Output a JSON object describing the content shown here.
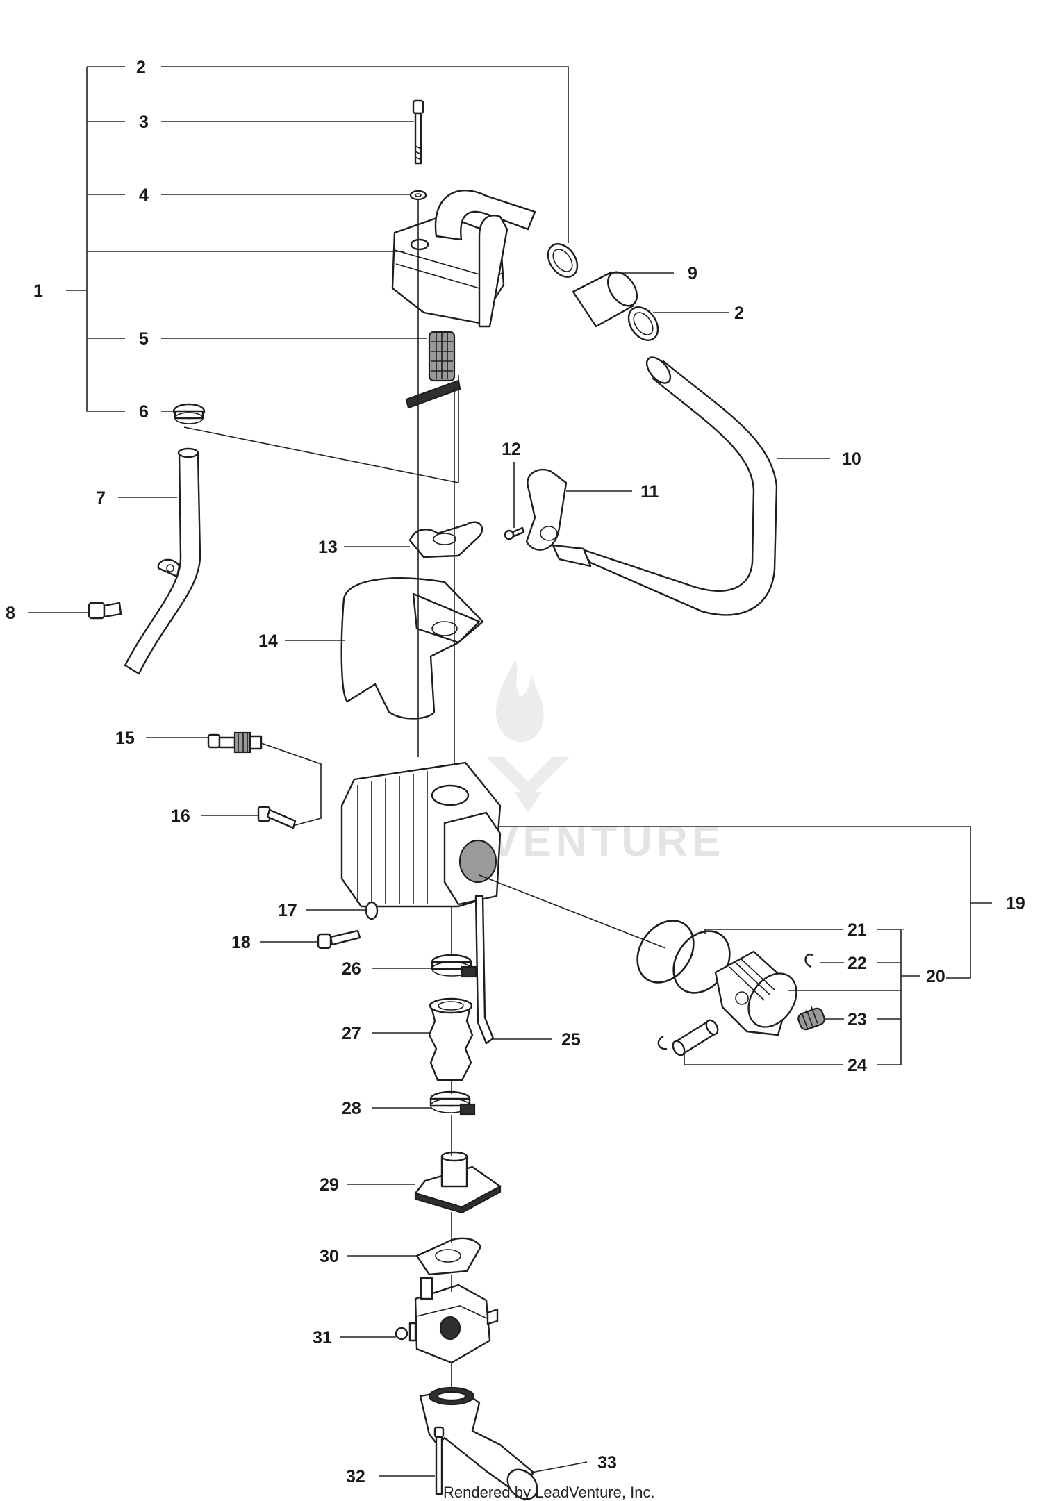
{
  "watermark": {
    "text": "VENTURE",
    "color": "#e4e4e4"
  },
  "credit": "Rendered by LeadVenture, Inc.",
  "callouts": {
    "c1": "1",
    "c2a": "2",
    "c2b": "2",
    "c3": "3",
    "c4": "4",
    "c5": "5",
    "c6": "6",
    "c7": "7",
    "c8": "8",
    "c9": "9",
    "c10": "10",
    "c11": "11",
    "c12": "12",
    "c13": "13",
    "c14": "14",
    "c15": "15",
    "c16": "16",
    "c17": "17",
    "c18": "18",
    "c19": "19",
    "c20": "20",
    "c21": "21",
    "c22": "22",
    "c23": "23",
    "c24": "24",
    "c25": "25",
    "c26": "26",
    "c27": "27",
    "c28": "28",
    "c29": "29",
    "c30": "30",
    "c31": "31",
    "c32": "32",
    "c33": "33"
  },
  "colors": {
    "line": "#1e1e1e",
    "background": "#ffffff",
    "shade": "#9a9a9a"
  }
}
